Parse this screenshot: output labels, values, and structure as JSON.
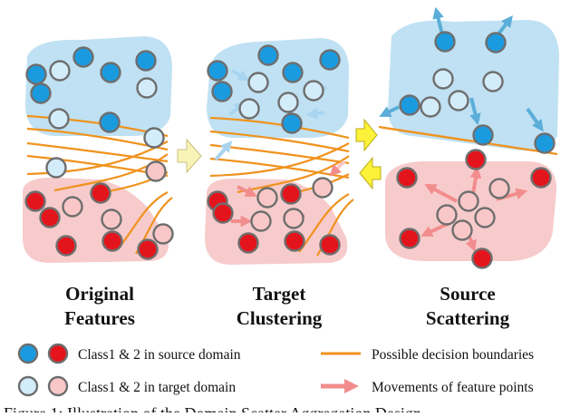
{
  "colors": {
    "source_class1": "#1a9be0",
    "source_class2": "#e4141c",
    "target_class1": "#d3ecf9",
    "target_class2": "#f9c7c7",
    "blue_region": "#bfe1f3",
    "red_region": "#f7cbcb",
    "boundary": "#f0921e",
    "movement_arrow": "#f28d8d",
    "scatter_arrow_blue": "#5aaed8",
    "shift_arrow_pale": "#f8f4b8",
    "shift_arrow_bright": "#fdf23a",
    "outline": "#6e6e6e"
  },
  "panels": [
    {
      "line1": "Original",
      "line2": "Features"
    },
    {
      "line1": "Target",
      "line2": "Clustering"
    },
    {
      "line1": "Source",
      "line2": "Scattering"
    }
  ],
  "legend": {
    "source_text": "Class1  & 2 in source domain",
    "target_text": "Class1  & 2 in target domain",
    "boundary_text": "Possible decision boundaries",
    "movement_text": "Movements of feature points"
  },
  "caption": "Figure 1: Illustration of the Domain Scatter Aggregation Design"
}
